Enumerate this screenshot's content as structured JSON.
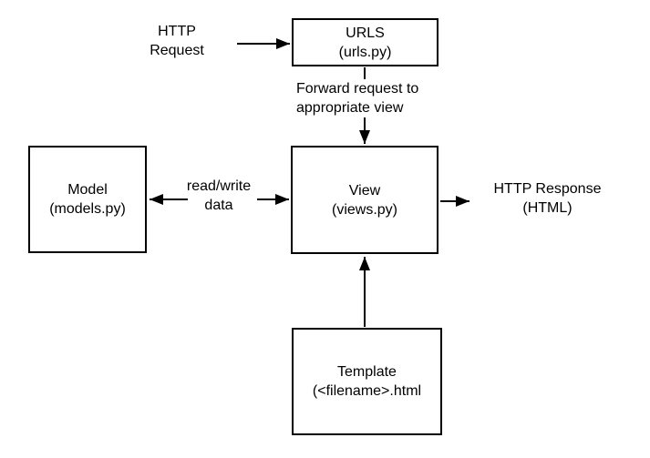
{
  "diagram": {
    "boxes": {
      "urls": {
        "line1": "URLS",
        "line2": "(urls.py)"
      },
      "model": {
        "line1": "Model",
        "line2": "(models.py)"
      },
      "view": {
        "line1": "View",
        "line2": "(views.py)"
      },
      "template": {
        "line1": "Template",
        "line2": "(<filename>.html"
      }
    },
    "labels": {
      "http_request": {
        "line1": "HTTP",
        "line2": "Request"
      },
      "forward": {
        "line1": "Forward request to",
        "line2": "appropriate view"
      },
      "read_write": {
        "line1": "read/write",
        "line2": "data"
      },
      "http_response": {
        "line1": "HTTP Response",
        "line2": "(HTML)"
      }
    },
    "edges": [
      {
        "from": "HTTP Request",
        "to": "URLS (urls.py)",
        "label": "",
        "bidirectional": false
      },
      {
        "from": "URLS (urls.py)",
        "to": "View (views.py)",
        "label": "Forward request to appropriate view",
        "bidirectional": false
      },
      {
        "from": "View (views.py)",
        "to": "Model (models.py)",
        "label": "read/write data",
        "bidirectional": true
      },
      {
        "from": "View (views.py)",
        "to": "HTTP Response (HTML)",
        "label": "",
        "bidirectional": false
      },
      {
        "from": "Template (<filename>.html",
        "to": "View (views.py)",
        "label": "",
        "bidirectional": false
      }
    ],
    "colors": {
      "stroke": "#000000",
      "background": "#ffffff",
      "text": "#000000"
    }
  }
}
